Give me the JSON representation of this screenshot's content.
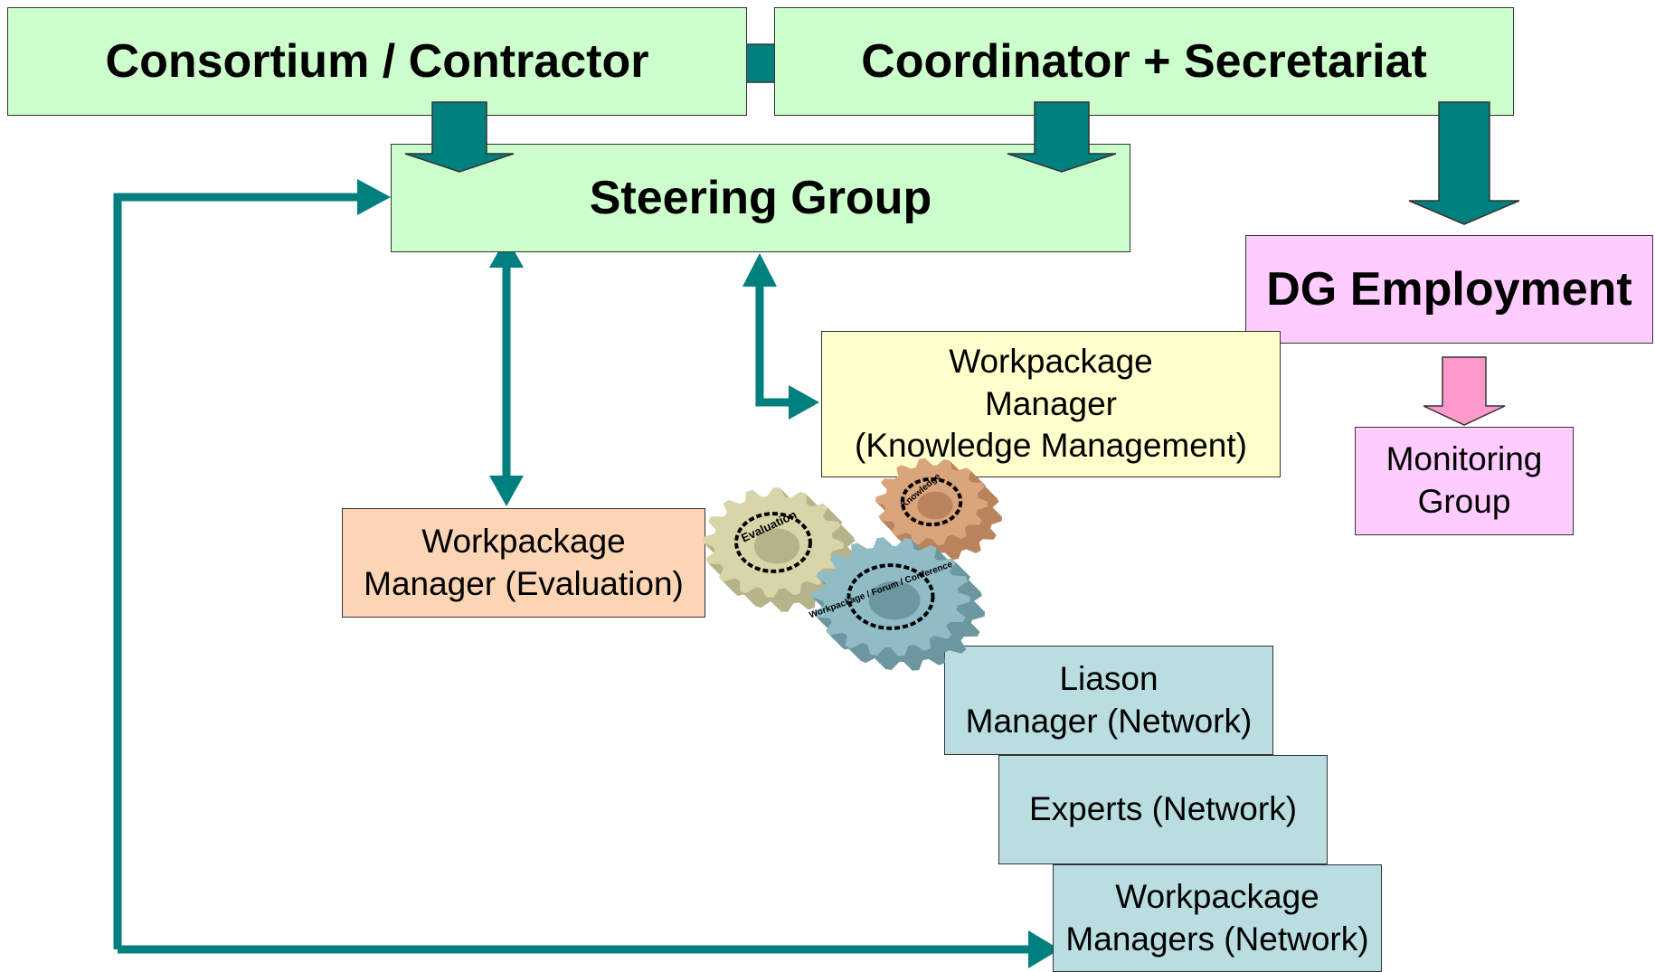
{
  "boxes": {
    "consortium": "Consortium / Contractor",
    "coordinator": "Coordinator + Secretariat",
    "steering": "Steering Group",
    "dg_employment": "DG Employment",
    "wp_knowledge": [
      "Workpackage",
      "Manager",
      "(Knowledge Management)"
    ],
    "monitoring": [
      "Monitoring",
      "Group"
    ],
    "wp_evaluation": [
      "Workpackage",
      "Manager (Evaluation)"
    ],
    "liason": [
      "Liason",
      "Manager (Network)"
    ],
    "experts": "Experts (Network)",
    "wp_network": [
      "Workpackage",
      "Managers (Network)"
    ]
  },
  "gears": {
    "left_label": "Evaluation",
    "center_label": "Workpackage / Forum / Conference",
    "right_label": "Knowledge"
  },
  "colors": {
    "arrow_teal": "#007f7f",
    "arrow_pink": "#ff99cc",
    "gear_tan": "#d8d6a8",
    "gear_orange": "#dba57c",
    "gear_blue": "#8fbcc5"
  }
}
